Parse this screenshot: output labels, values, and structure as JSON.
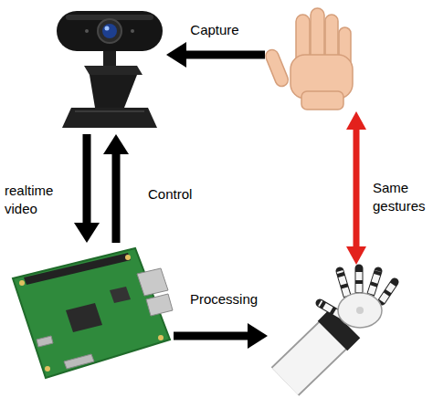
{
  "diagram": {
    "nodes": [
      {
        "text": []
      },
      {
        "text": []
      },
      {
        "text": []
      },
      {
        "text": []
      }
    ],
    "edges": [
      {
        "from": 1,
        "to": 0,
        "arrow": "to",
        "label": "Capture"
      },
      {
        "from": 0,
        "to": 2,
        "arrow": "to",
        "label": "realtime video"
      },
      {
        "from": 2,
        "to": 0,
        "arrow": "to",
        "label": "Control"
      },
      {
        "from": 2,
        "to": 3,
        "arrow": "to",
        "label": "Processing"
      },
      {
        "from": 1,
        "to": 3,
        "arrow": "both",
        "label": "Same gestures"
      }
    ]
  }
}
